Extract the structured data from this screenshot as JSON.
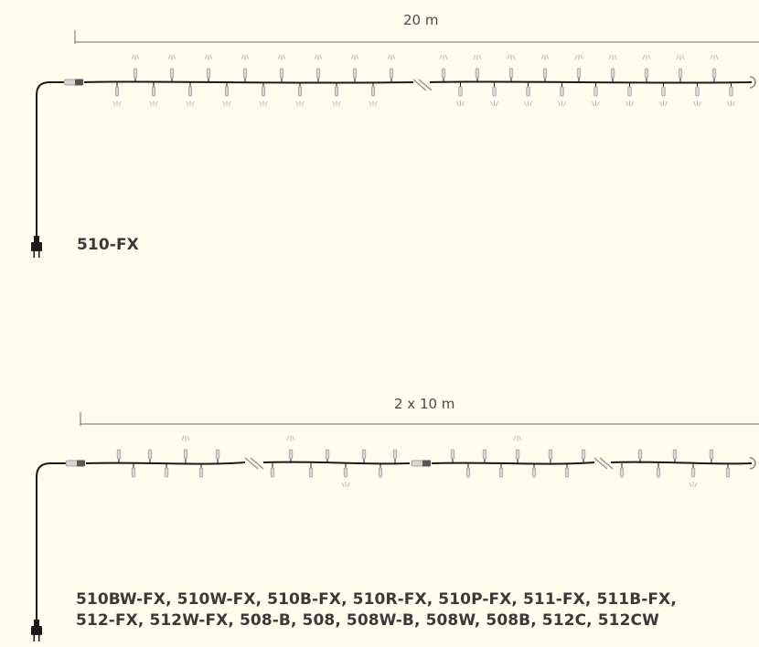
{
  "colors": {
    "background": "#fffdee",
    "cable": "#1a1a1a",
    "dimension_line": "#6a6a6a",
    "led": "#d7d7d7",
    "glow": "#b8b8b8",
    "label": "#3a3a3a"
  },
  "diagram_top": {
    "length_label": "20 m",
    "product_label": "510-FX",
    "led_count_before_break": 16,
    "led_count_after_break": 18
  },
  "diagram_bottom": {
    "length_label": "2 x 10 m",
    "product_label_line1": "510BW-FX, 510W-FX, 510B-FX, 510R-FX, 510P-FX, 511-FX, 511B-FX,",
    "product_label_line2": "512-FX, 512W-FX, 508-B, 508, 508W-B, 508W, 508B, 512C, 512CW",
    "segment_count": 2
  },
  "icons": [
    "plug-icon",
    "connector-icon",
    "led-bulb-icon",
    "cable-break-icon"
  ]
}
